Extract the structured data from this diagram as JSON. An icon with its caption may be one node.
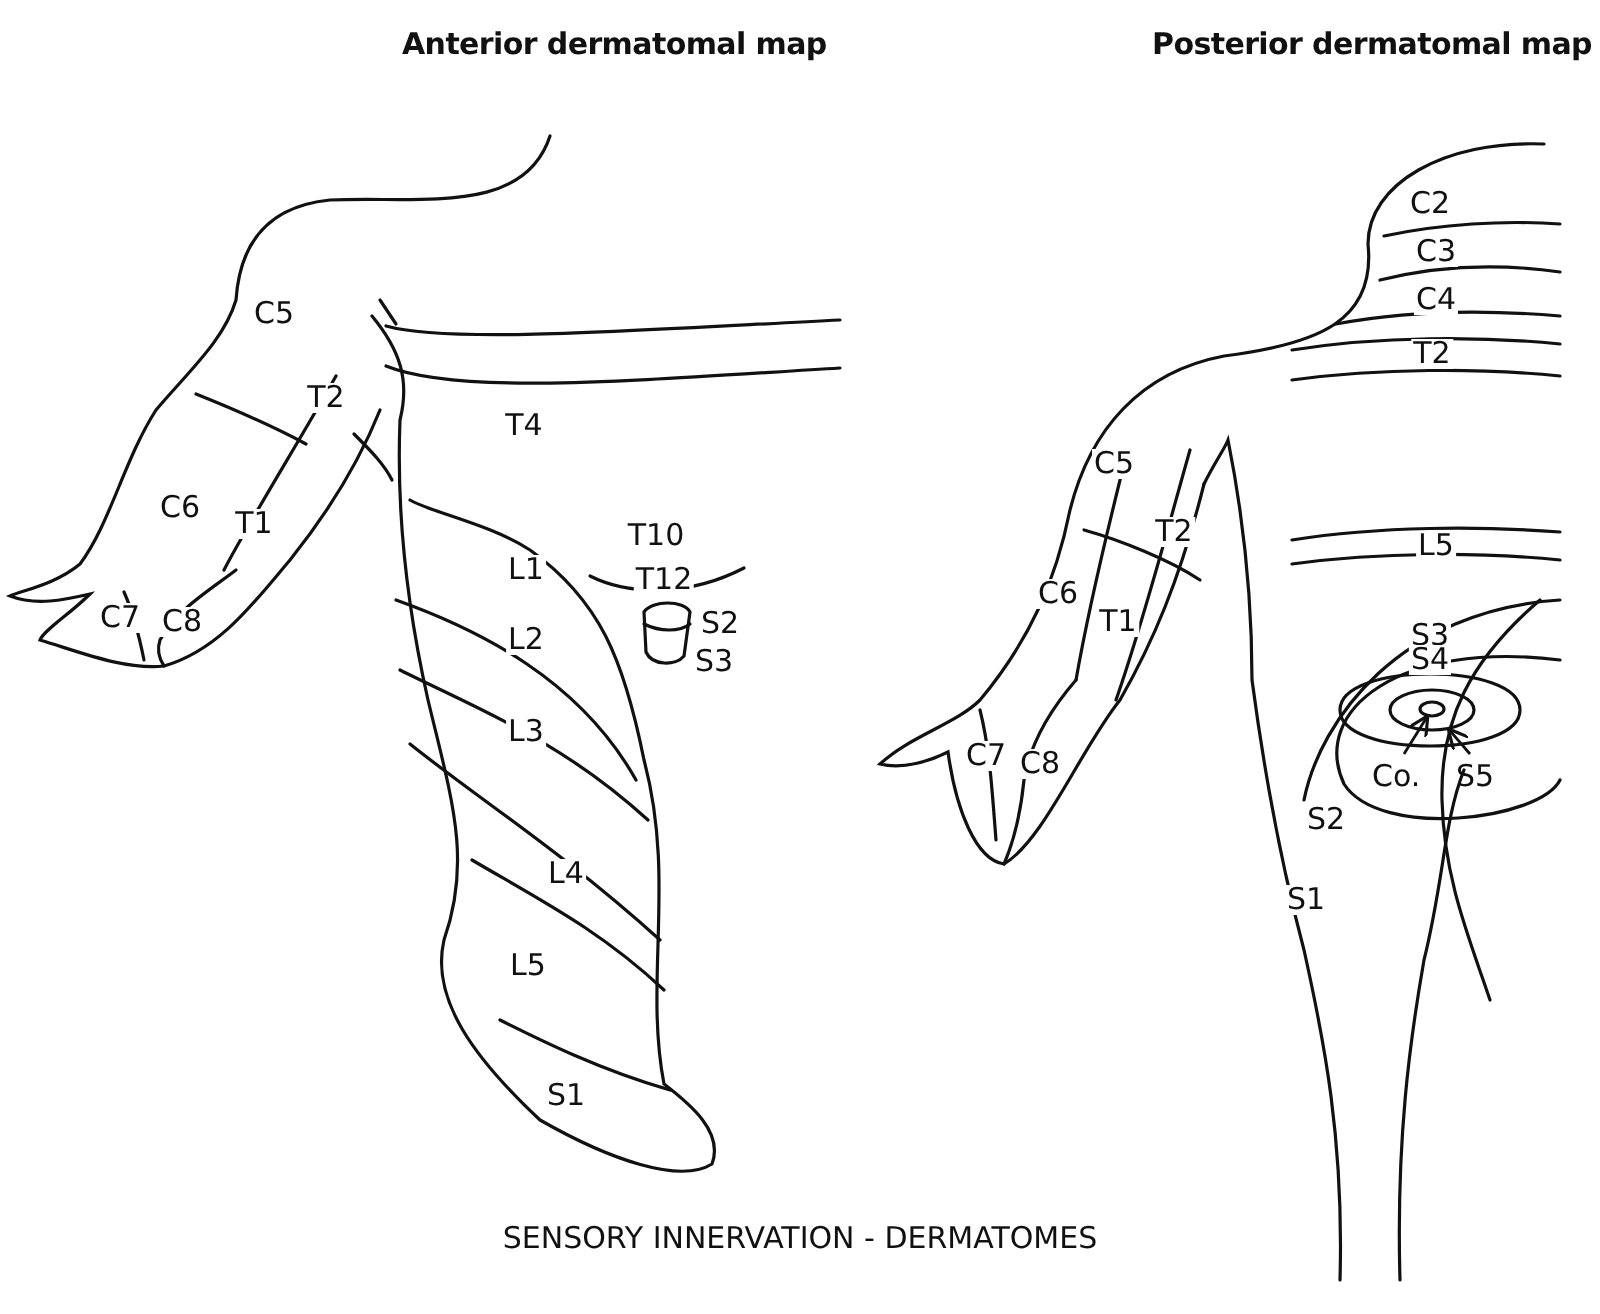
{
  "diagram": {
    "caption": "SENSORY INNERVATION - DERMATOMES",
    "nodes": [
      {
        "text": [
          "Co."
        ]
      },
      {
        "text": [
          "S5"
        ]
      },
      {
        "text": [],
        "shape": "circle"
      },
      {
        "text": [],
        "shape": "circle",
        "in": 2
      }
    ],
    "edges": [
      {
        "from": 0,
        "to": 3,
        "arrow": "to"
      },
      {
        "from": 1,
        "to": 2,
        "arrow": "to"
      }
    ],
    "labels": [
      "Anterior dermatomal map",
      "Posterior dermatomal map",
      "C2",
      "C5",
      "C3",
      "C4",
      "T2",
      "T4",
      "T2",
      "C5",
      "C6",
      "T1",
      "T2",
      "L5",
      "L1",
      "T10",
      "T12",
      "C7",
      "C8",
      "C6",
      "T1",
      "S2",
      "S3",
      "S3",
      "L2",
      "S4",
      "L3",
      "C7",
      "C8",
      "S2",
      "L4",
      "S1",
      "L5",
      "S1"
    ]
  }
}
